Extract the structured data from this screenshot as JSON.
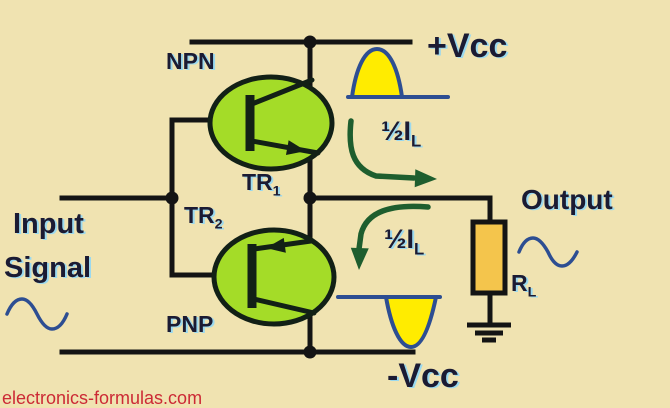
{
  "labels": {
    "npn": "NPN",
    "pnp": "PNP",
    "tr1": {
      "main": "TR",
      "sub": "1"
    },
    "tr2": {
      "main": "TR",
      "sub": "2"
    },
    "vcc_pos": "+Vcc",
    "vcc_neg": "-Vcc",
    "input_line1": "Input",
    "input_line2": "Signal",
    "output": "Output",
    "half_il_top": {
      "main": "½I",
      "sub": "L"
    },
    "half_il_bottom": {
      "main": "½I",
      "sub": "L"
    },
    "rl": {
      "main": "R",
      "sub": "L"
    }
  },
  "watermark": {
    "text": "electronics-formulas.com"
  },
  "icons": {
    "input_wave": "sine-wave-icon",
    "output_wave": "sine-wave-icon",
    "positive_half": "positive-halfwave-icon",
    "negative_half": "negative-halfwave-icon",
    "ground": "ground-icon"
  },
  "colors": {
    "background": "#f0e3b1",
    "wire": "#141414",
    "transistor_green": "#a4dc28",
    "transistor_outline": "#122016",
    "wave_blue": "#2d4e92",
    "wave_yellow": "#ffec00",
    "arrow_green": "#1e5e2e",
    "resistor_fill": "#f4c54c",
    "label_ink": "#1b1b33",
    "label_glow": "#9bd9ef",
    "watermark_red": "#cc2a35"
  }
}
